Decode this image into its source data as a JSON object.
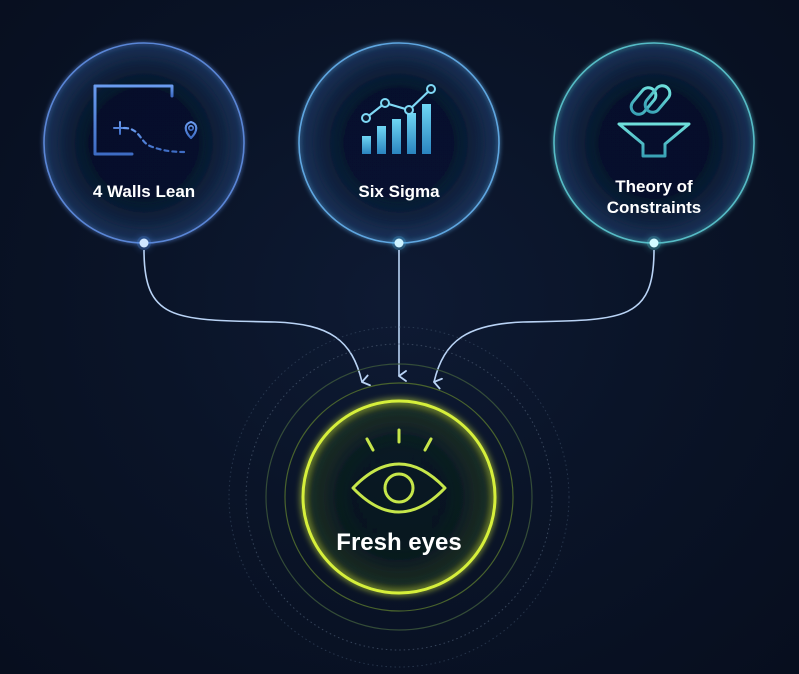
{
  "nodes": {
    "walls_lean": {
      "label": "4 Walls Lean",
      "icon": "floor-plan-route-icon",
      "color": "#5b8fe6"
    },
    "six_sigma": {
      "label": "Six Sigma",
      "icon": "bar-chart-trend-icon",
      "color": "#4fb8ea"
    },
    "toc": {
      "label_line1": "Theory of",
      "label_line2": "Constraints",
      "icon": "chain-link-funnel-icon",
      "color": "#55c7cf"
    }
  },
  "target": {
    "label": "Fresh eyes",
    "icon": "eye-icon",
    "color": "#d6ef3a"
  },
  "colors": {
    "background": "#0a1428",
    "connector": "#b9d3f5"
  }
}
